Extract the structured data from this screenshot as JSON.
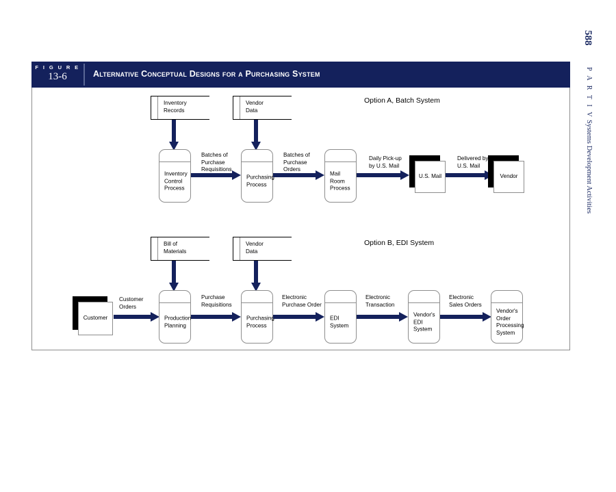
{
  "page": {
    "number": "588",
    "part_label": "P A R T   I V",
    "part_title": "Systems Development Activities"
  },
  "figure": {
    "word": "F I G U R E",
    "number": "13-6",
    "caption": "Alternative Conceptual Designs for a Purchasing System",
    "bar_color": "#14215c",
    "arrow_color": "#14215c",
    "frame_border_color": "#8d8d8d"
  },
  "diagram": {
    "option_a": {
      "title": "Option A, Batch System",
      "stores": [
        {
          "name": "inventory-records",
          "label": "Inventory\nRecords"
        },
        {
          "name": "vendor-data",
          "label": "Vendor\nData"
        }
      ],
      "processes": [
        {
          "name": "inventory-control-process",
          "label": "Inventory\nControl\nProcess"
        },
        {
          "name": "purchasing-process",
          "label": "Purchasing\nProcess"
        },
        {
          "name": "mail-room-process",
          "label": "Mail\nRoom\nProcess"
        }
      ],
      "entities": [
        {
          "name": "us-mail-entity",
          "label": "U.S. Mail"
        },
        {
          "name": "vendor-entity",
          "label": "Vendor"
        }
      ],
      "flows": [
        {
          "name": "batches-of-purchase-requisitions",
          "label": "Batches of\nPurchase\nRequisitions"
        },
        {
          "name": "batches-of-purchase-orders",
          "label": "Batches of\nPurchase\nOrders"
        },
        {
          "name": "daily-pickup-by-us-mail",
          "label": "Daily Pick-up\nby U.S. Mail"
        },
        {
          "name": "delivered-by-us-mail",
          "label": "Delivered by\nU.S. Mail"
        }
      ]
    },
    "option_b": {
      "title": "Option B, EDI System",
      "stores": [
        {
          "name": "bill-of-materials",
          "label": "Bill of\nMaterials"
        },
        {
          "name": "vendor-data",
          "label": "Vendor\nData"
        }
      ],
      "entities": [
        {
          "name": "customer-entity",
          "label": "Customer"
        }
      ],
      "processes": [
        {
          "name": "production-planning",
          "label": "Production\nPlanning"
        },
        {
          "name": "purchasing-process",
          "label": "Purchasing\nProcess"
        },
        {
          "name": "edi-system",
          "label": "EDI System"
        },
        {
          "name": "vendors-edi-system",
          "label": "Vendor's\nEDI System"
        },
        {
          "name": "vendors-order-processing-system",
          "label": "Vendor's\nOrder\nProcessing\nSystem"
        }
      ],
      "flows": [
        {
          "name": "customer-orders",
          "label": "Customer\nOrders"
        },
        {
          "name": "purchase-requisitions",
          "label": "Purchase\nRequisitions"
        },
        {
          "name": "electronic-purchase-order",
          "label": "Electronic\nPurchase Order"
        },
        {
          "name": "electronic-transaction",
          "label": "Electronic\nTransaction"
        },
        {
          "name": "electronic-sales-orders",
          "label": "Electronic\nSales Orders"
        }
      ]
    }
  }
}
